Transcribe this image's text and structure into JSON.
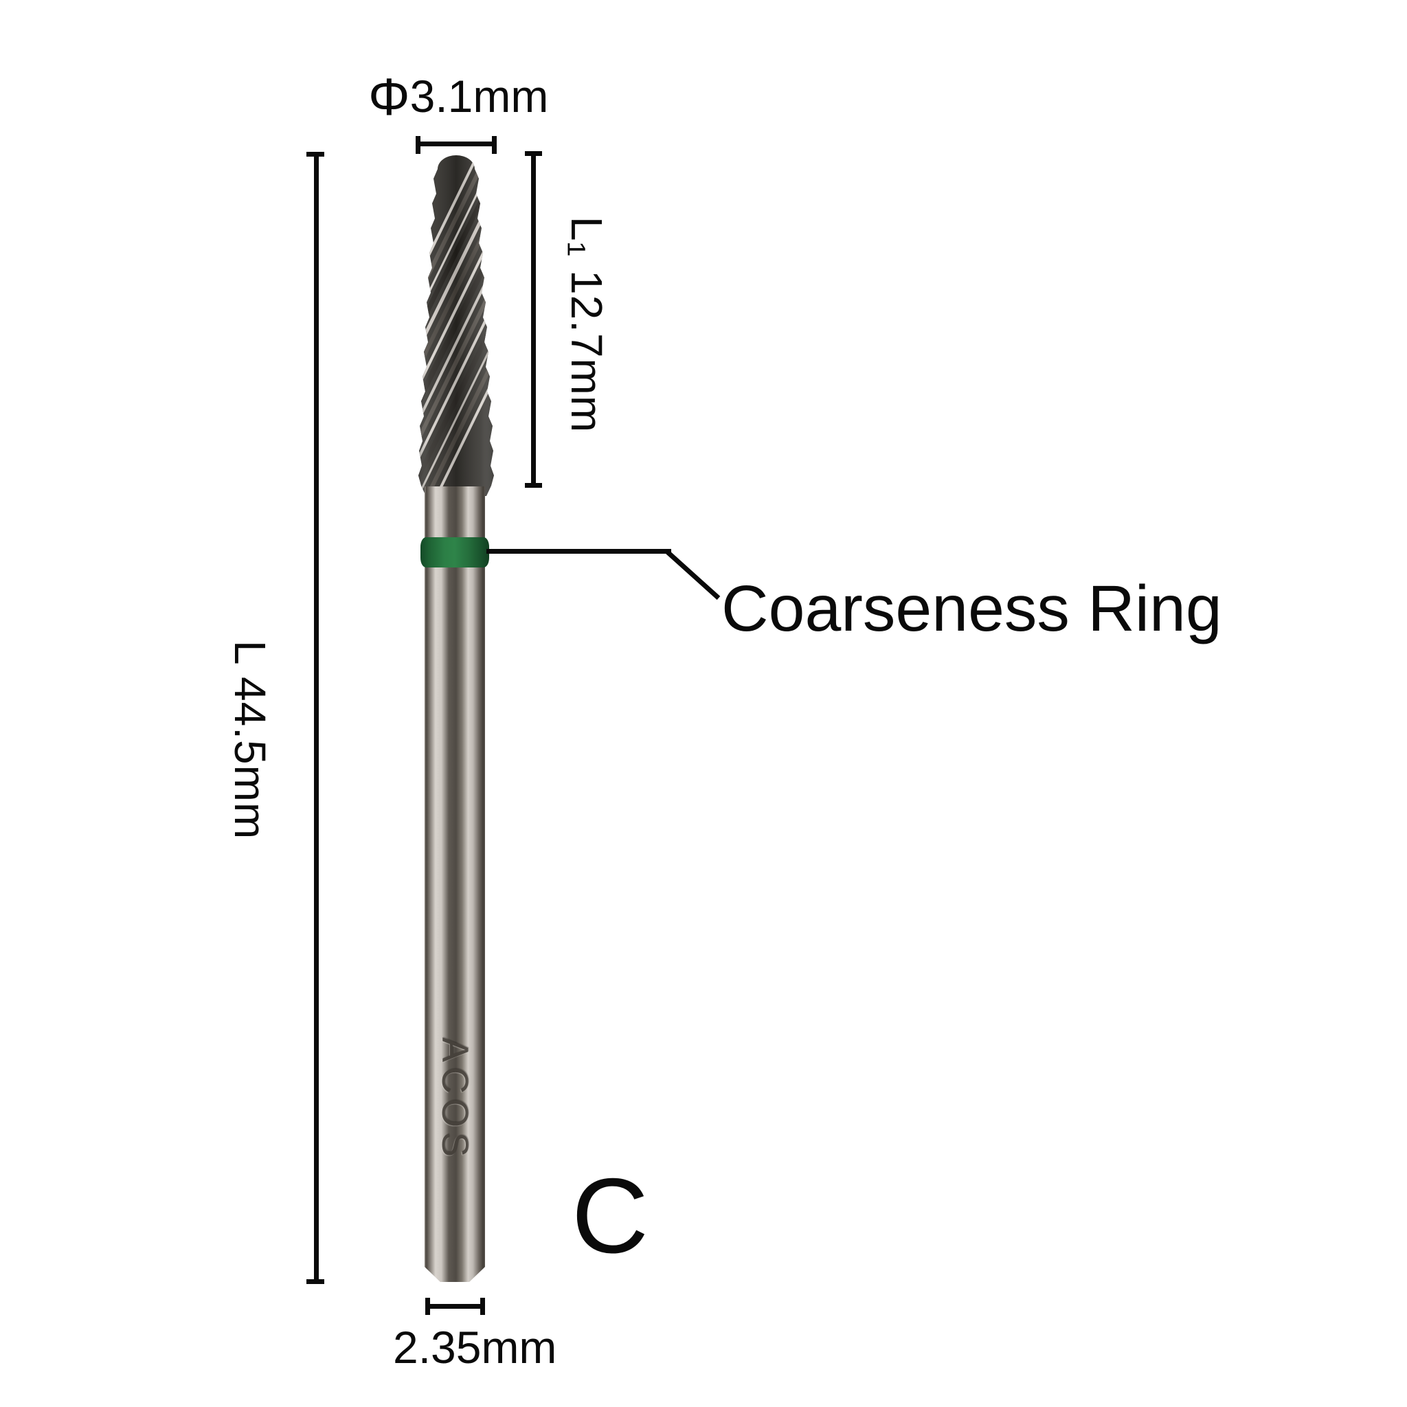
{
  "figure": {
    "type": "product-dimension-diagram",
    "subject": "tungsten carbide nail drill bit (cone bur) with coarseness ring"
  },
  "labels": {
    "diameter_symbol": "Φ",
    "diameter_value": "3.1mm",
    "flute_length": "L₁ 12.7mm",
    "total_length": "L 44.5mm",
    "shank_diameter": "2.35mm",
    "coarseness_ring": "Coarseness Ring",
    "grit_letter": "C",
    "brand_engraving": "ACOS"
  },
  "colors": {
    "annotation": "#0a0a0a",
    "background": "#ffffff",
    "ring_green": "#2c7f46",
    "metal_light": "#d8d3cd",
    "metal_dark": "#45403a"
  }
}
